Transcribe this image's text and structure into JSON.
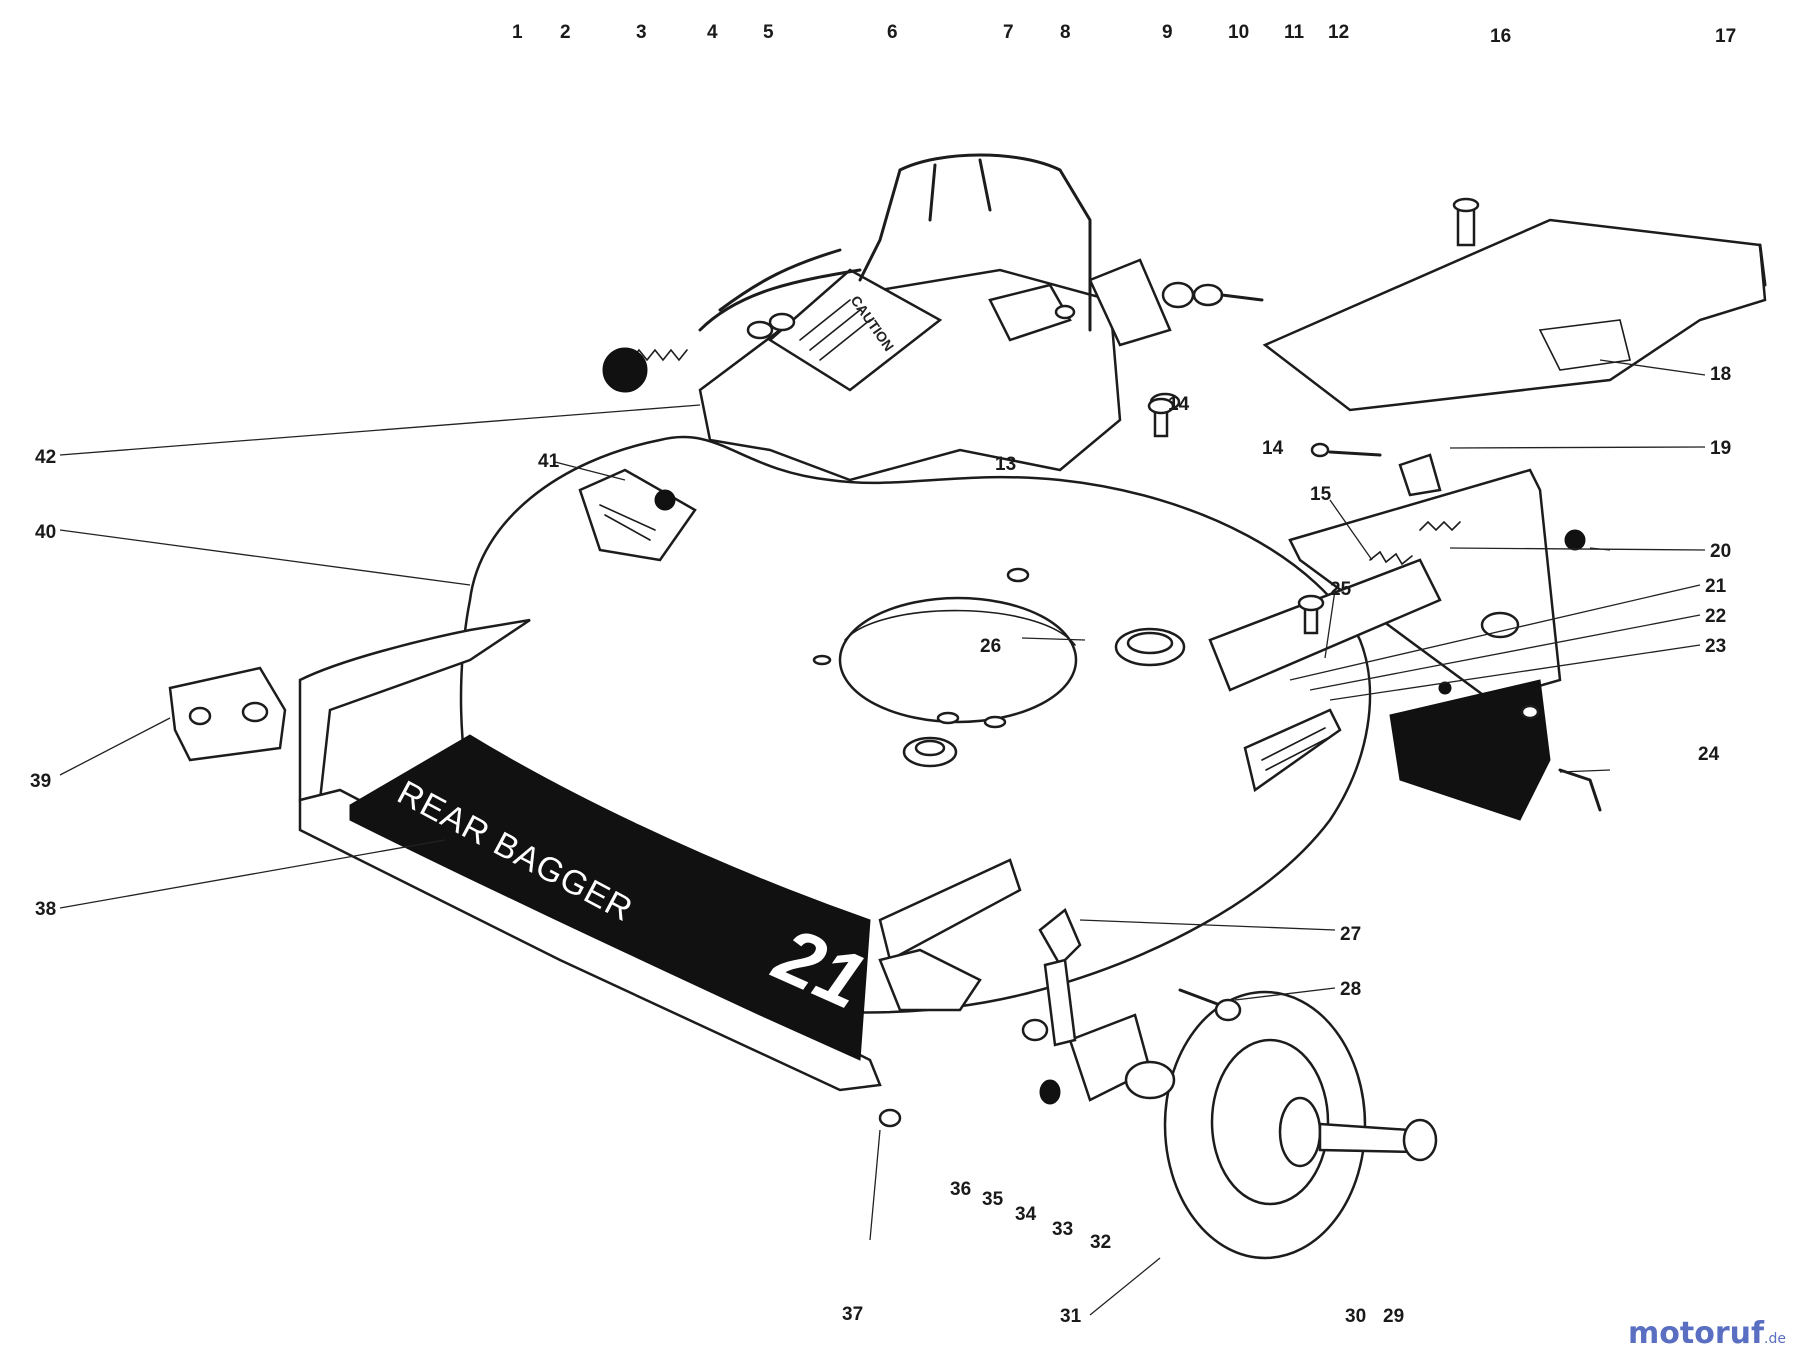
{
  "top_callouts": [
    {
      "id": "1",
      "label": "1"
    },
    {
      "id": "2",
      "label": "2"
    },
    {
      "id": "3",
      "label": "3"
    },
    {
      "id": "4",
      "label": "4"
    },
    {
      "id": "5",
      "label": "5"
    },
    {
      "id": "6",
      "label": "6"
    },
    {
      "id": "7",
      "label": "7"
    },
    {
      "id": "8",
      "label": "8"
    },
    {
      "id": "9",
      "label": "9"
    },
    {
      "id": "10",
      "label": "10"
    },
    {
      "id": "11",
      "label": "11"
    },
    {
      "id": "12",
      "label": "12"
    },
    {
      "id": "16",
      "label": "16"
    },
    {
      "id": "17",
      "label": "17"
    }
  ],
  "side_callouts": [
    {
      "id": "13",
      "label": "13"
    },
    {
      "id": "14a",
      "label": "14"
    },
    {
      "id": "14b",
      "label": "14"
    },
    {
      "id": "15",
      "label": "15"
    },
    {
      "id": "18",
      "label": "18"
    },
    {
      "id": "19",
      "label": "19"
    },
    {
      "id": "20",
      "label": "20"
    },
    {
      "id": "21",
      "label": "21"
    },
    {
      "id": "22",
      "label": "22"
    },
    {
      "id": "23",
      "label": "23"
    },
    {
      "id": "24",
      "label": "24"
    },
    {
      "id": "25",
      "label": "25"
    },
    {
      "id": "26",
      "label": "26"
    },
    {
      "id": "27",
      "label": "27"
    },
    {
      "id": "28",
      "label": "28"
    },
    {
      "id": "29",
      "label": "29"
    },
    {
      "id": "30",
      "label": "30"
    },
    {
      "id": "31",
      "label": "31"
    },
    {
      "id": "32",
      "label": "32"
    },
    {
      "id": "33",
      "label": "33"
    },
    {
      "id": "34",
      "label": "34"
    },
    {
      "id": "35",
      "label": "35"
    },
    {
      "id": "36",
      "label": "36"
    },
    {
      "id": "37",
      "label": "37"
    },
    {
      "id": "38",
      "label": "38"
    },
    {
      "id": "39",
      "label": "39"
    },
    {
      "id": "40",
      "label": "40"
    },
    {
      "id": "41",
      "label": "41"
    },
    {
      "id": "42",
      "label": "42"
    }
  ],
  "deck_decal": {
    "text": "REAR BAGGER",
    "model": "21"
  },
  "caution_decal": {
    "heading": "CAUTION"
  },
  "watermark": {
    "brand": "motoruf",
    "domain": ".de"
  }
}
